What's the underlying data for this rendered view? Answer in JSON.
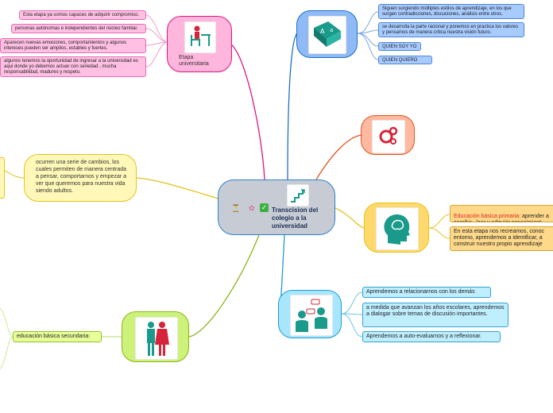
{
  "central": {
    "title": "Transcision del colegio a la universidad"
  },
  "etapa": {
    "label": "Etapa universitaria",
    "items": [
      "Esta etapa ya somos capaces de adquirir compromiso.",
      "personas autónomas e independientes del núcleo familiar.",
      "Aparecen nuevas emociones, comportamientos y algunos intereses pueden ser amplios, estables y fuertes.",
      "algunos tenemos la oportunidad de ingresar a la universidad es aqui donde yo debemos actuar con seriedad , mucha responsabilidad, madures y respeto."
    ]
  },
  "blue": {
    "items": [
      "Siguen surgiendo múltiples estilos de aprendizaje, en los que surgen contradicciones, discuciones, análisis entre otros.",
      "se desarrolla la parte racional y ponemos en practica los valores y pensamos de manera critica nuestra visión futuro.",
      "QUIEN SOY YO ?",
      "QUIEN QUIERO SER?"
    ]
  },
  "yellow_left": {
    "text": "ocurren una serie de cambios, los cuales permiten de manera centrada a pensar, comportarnos y empezar a ver que queremos para nuestra vida siendo adultos."
  },
  "head": {
    "item1_red": "Educación básica primaria:",
    "item1_rest": " aprender a escribir , leer y adquirir conocimient",
    "item2": "En esta etapa nos recreamos, conoc entorno, aprendemos a identificar, a construir nuestro propio aprendizaje"
  },
  "people": {
    "items": [
      "Aprendemos a relacionarnos con los demás",
      "a medida que avanzan los años escolares, aprendemos a dialogar sobre temas de discusión importantes.",
      "Aprendemos a auto-evaluarnos y a reflexionar."
    ]
  },
  "green": {
    "label": "educación básica secundaria:"
  },
  "colors": {
    "pink": "#e0157f",
    "blue": "#1f6fc8",
    "orange": "#e3541e",
    "yellow": "#e6c21d",
    "cyan": "#1f9bd6",
    "green": "#8cb51c",
    "central_fill": "#c7ccd4"
  },
  "icons": [
    "student-desk-icon",
    "book-icon",
    "gears-icon",
    "head-icon",
    "people-talking-icon",
    "couple-icon",
    "stairs-icon",
    "hourglass-icon",
    "brain-icon",
    "checkmark-icon"
  ]
}
